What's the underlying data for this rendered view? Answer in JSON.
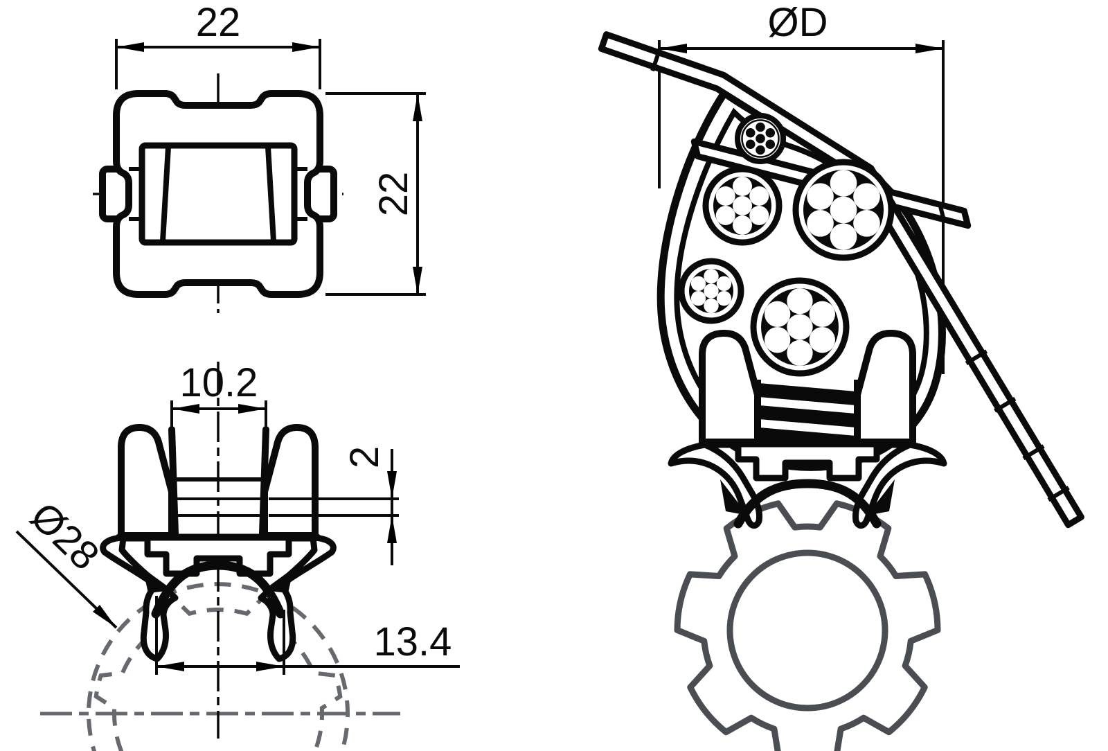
{
  "drawing": {
    "type": "technical-drawing",
    "background": "#ffffff",
    "colors": {
      "ink": "#0a0a0a",
      "tube_gray": "#4a4e53",
      "dash_gray": "#66696d"
    },
    "views": {
      "top_view": {
        "label_width": "22",
        "label_height": "22"
      },
      "side_view": {
        "label_slot_width": "10.2",
        "label_strap_thickness": "2",
        "label_tube_diameter": "Ø28",
        "label_inner_span": "13.4"
      },
      "front_view": {
        "label_bundle_diameter": "ØD",
        "cable_count": 5,
        "wires_per_cable": 7
      }
    }
  }
}
